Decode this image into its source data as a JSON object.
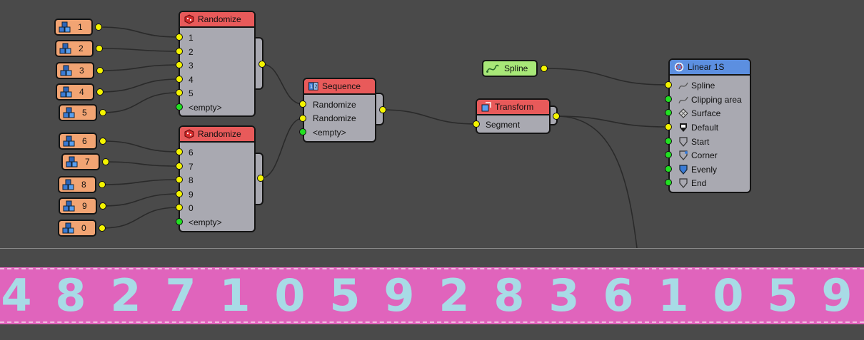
{
  "colors": {
    "canvas": "#4a4a4a",
    "node_body": "#a9a9b1",
    "header_red": "#e85a5a",
    "header_blue": "#5c8fe0",
    "source_orange": "#f2a473",
    "source_green": "#a8e878",
    "port_yellow": "#f4f400",
    "port_green": "#22e022",
    "strip_pink": "#e064bc",
    "digit_color": "#a8dbe6"
  },
  "sources": [
    "1",
    "2",
    "3",
    "4",
    "5",
    "6",
    "7",
    "8",
    "9",
    "0"
  ],
  "spline_source": {
    "label": "Spline",
    "icon": "spline-icon"
  },
  "randomize1": {
    "title": "Randomize",
    "icon": "dice-icon",
    "inputs": [
      "1",
      "2",
      "3",
      "4",
      "5",
      "<empty>"
    ]
  },
  "randomize2": {
    "title": "Randomize",
    "icon": "dice-icon",
    "inputs": [
      "6",
      "7",
      "8",
      "9",
      "0",
      "<empty>"
    ]
  },
  "sequence": {
    "title": "Sequence",
    "icon": "sequence-icon",
    "inputs": [
      "Randomize",
      "Randomize",
      "<empty>"
    ]
  },
  "transform": {
    "title": "Transform",
    "icon": "transform-icon",
    "inputs": [
      "Segment"
    ]
  },
  "linear": {
    "title": "Linear 1S",
    "icon": "linear-icon",
    "inputs": [
      "Spline",
      "Clipping area",
      "Surface",
      "Default",
      "Start",
      "Corner",
      "Evenly",
      "End"
    ]
  },
  "preview_digits": [
    "4",
    "8",
    "2",
    "7",
    "1",
    "0",
    "5",
    "9",
    "2",
    "8",
    "3",
    "6",
    "1",
    "0",
    "5",
    "9"
  ]
}
